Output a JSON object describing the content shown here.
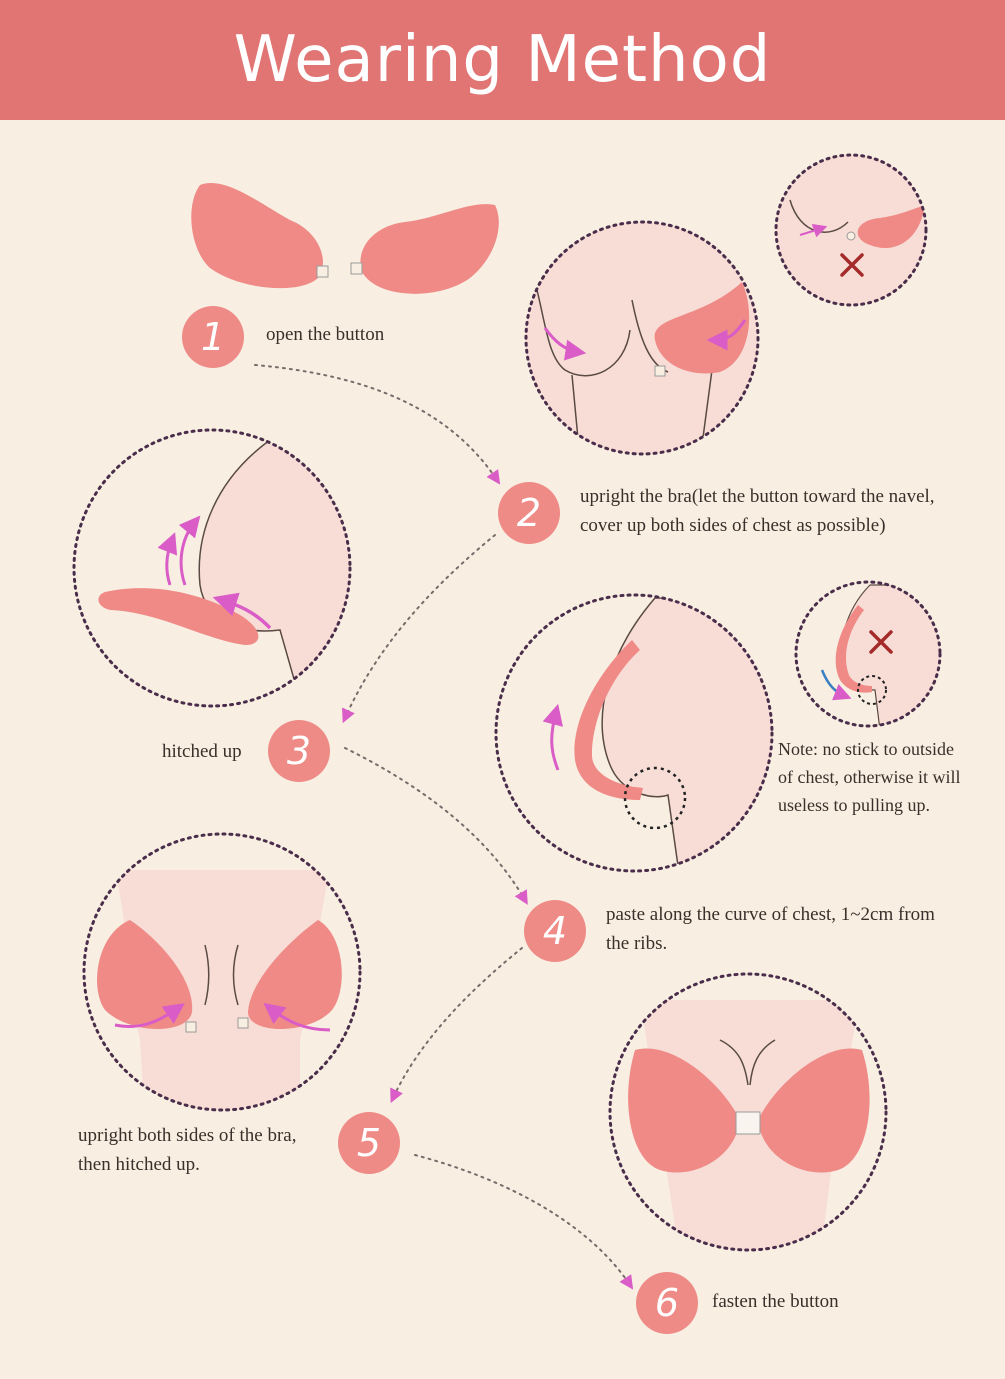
{
  "header": {
    "title": "Wearing Method"
  },
  "colors": {
    "header_bg": "#e07573",
    "page_bg": "#f8efe2",
    "cup": "#ef8a87",
    "skin": "#f7ddd6",
    "arrow": "#d95cc7",
    "badge": "#ef8b86",
    "cross": "#a52a2a"
  },
  "steps": [
    {
      "number": "1",
      "lines": [
        "open the button"
      ]
    },
    {
      "number": "2",
      "lines": [
        "upright the bra(let the button toward the navel,",
        "cover up both sides of chest as possible)"
      ]
    },
    {
      "number": "3",
      "lines": [
        "hitched up"
      ]
    },
    {
      "number": "4",
      "lines": [
        "paste along the curve of chest, 1~2cm from",
        "the ribs."
      ]
    },
    {
      "number": "5",
      "lines": [
        "upright both sides of the bra,",
        "then hitched up."
      ]
    },
    {
      "number": "6",
      "lines": [
        "fasten the button"
      ]
    }
  ],
  "note": {
    "lines": [
      "Note: no stick to outside",
      "of chest, otherwise it will",
      "useless to pulling up."
    ]
  },
  "icons": {
    "wrong": "cross-mark-icon",
    "direction": "curved-arrow-icon"
  }
}
